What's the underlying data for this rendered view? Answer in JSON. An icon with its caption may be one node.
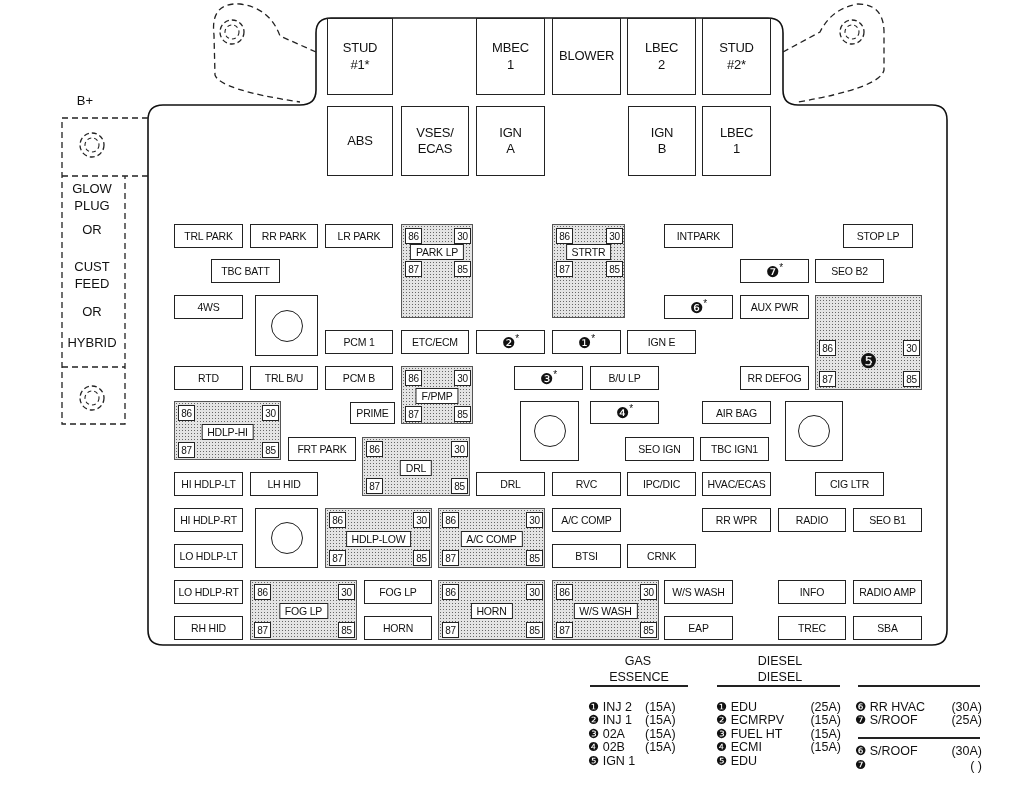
{
  "diagram": {
    "nodes": [
      {
        "text": [
          "STUD #1*"
        ]
      },
      {
        "text": [
          "MBEC 1"
        ]
      },
      {
        "text": [
          "BLOWER"
        ]
      },
      {
        "text": [
          "LBEC 2"
        ]
      },
      {
        "text": [
          "STUD #2*"
        ]
      },
      {
        "text": [
          "ABS"
        ]
      },
      {
        "text": [
          "VSES/ ECAS"
        ]
      },
      {
        "text": [
          "IGN A"
        ]
      },
      {
        "text": [
          "IGN B"
        ]
      },
      {
        "text": [
          "LBEC 1"
        ]
      },
      {
        "text": [
          "TRL PARK"
        ]
      },
      {
        "text": [
          "RR PARK"
        ]
      },
      {
        "text": [
          "LR PARK"
        ]
      },
      {
        "text": [
          "PARK LP"
        ]
      },
      {
        "text": [
          "86"
        ],
        "in": 13
      },
      {
        "text": [
          "30"
        ],
        "in": 13
      },
      {
        "text": [
          "87"
        ],
        "in": 13
      },
      {
        "text": [
          "85"
        ],
        "in": 13
      },
      {
        "text": [
          "STRTR"
        ]
      },
      {
        "text": [
          "86"
        ],
        "in": 18
      },
      {
        "text": [
          "30"
        ],
        "in": 18
      },
      {
        "text": [
          "87"
        ],
        "in": 18
      },
      {
        "text": [
          "85"
        ],
        "in": 18
      },
      {
        "text": [
          "INTPARK"
        ]
      },
      {
        "text": [
          "STOP LP"
        ]
      },
      {
        "text": [
          "TBC BATT"
        ]
      },
      {
        "text": [
          "❼$^{*}$"
        ]
      },
      {
        "text": [
          "SEO B2"
        ]
      },
      {
        "text": [
          "4WS"
        ]
      },
      {
        "text": [],
        "shape": "box"
      },
      {
        "text": [
          "❻$^{*}$"
        ]
      },
      {
        "text": [
          "AUX PWR"
        ]
      },
      {
        "text": [
          "❺"
        ]
      },
      {
        "text": [
          "86"
        ],
        "in": 32
      },
      {
        "text": [
          "30"
        ],
        "in": 32
      },
      {
        "text": [
          "87"
        ],
        "in": 32
      },
      {
        "text": [
          "85"
        ],
        "in": 32
      },
      {
        "text": [
          "PCM 1"
        ]
      },
      {
        "text": [
          "ETC/ECM"
        ]
      },
      {
        "text": [
          "❷$^{*}$"
        ]
      },
      {
        "text": [
          "❶$^{*}$"
        ]
      },
      {
        "text": [
          "IGN E"
        ]
      },
      {
        "text": [
          "RTD"
        ]
      },
      {
        "text": [
          "TRL B/U"
        ]
      },
      {
        "text": [
          "PCM B"
        ]
      },
      {
        "text": [
          "F/PMP"
        ]
      },
      {
        "text": [
          "86"
        ],
        "in": 45
      },
      {
        "text": [
          "30"
        ],
        "in": 45
      },
      {
        "text": [
          "87"
        ],
        "in": 45
      },
      {
        "text": [
          "85"
        ],
        "in": 45
      },
      {
        "text": [
          "❸$^{*}$"
        ]
      },
      {
        "text": [
          "B/U LP"
        ]
      },
      {
        "text": [
          "RR DEFOG"
        ]
      },
      {
        "text": [
          "HDLP-HI"
        ]
      },
      {
        "text": [
          "86"
        ],
        "in": 53
      },
      {
        "text": [
          "30"
        ],
        "in": 53
      },
      {
        "text": [
          "87"
        ],
        "in": 53
      },
      {
        "text": [
          "85"
        ],
        "in": 53
      },
      {
        "text": [
          "PRIME"
        ]
      },
      {
        "text": [],
        "shape": "box"
      },
      {
        "text": [
          "❹$^{*}$"
        ]
      },
      {
        "text": [
          "AIR BAG"
        ]
      },
      {
        "text": [],
        "shape": "box"
      },
      {
        "text": [
          "FRT PARK"
        ]
      },
      {
        "text": [
          "DRL"
        ]
      },
      {
        "text": [
          "86"
        ],
        "in": 64
      },
      {
        "text": [
          "30"
        ],
        "in": 64
      },
      {
        "text": [
          "87"
        ],
        "in": 64
      },
      {
        "text": [
          "85"
        ],
        "in": 64
      },
      {
        "text": [
          "SEO IGN"
        ]
      },
      {
        "text": [
          "TBC IGN1"
        ]
      },
      {
        "text": [
          "HI HDLP-LT"
        ]
      },
      {
        "text": [
          "LH HID"
        ]
      },
      {
        "text": [
          "DRL"
        ]
      },
      {
        "text": [
          "RVC"
        ]
      },
      {
        "text": [
          "IPC/DIC"
        ]
      },
      {
        "text": [
          "HVAC/ECAS"
        ]
      },
      {
        "text": [
          "CIG LTR"
        ]
      },
      {
        "text": [
          "HI HDLP-RT"
        ]
      },
      {
        "text": [],
        "shape": "box"
      },
      {
        "text": [
          "HDLP-LOW"
        ]
      },
      {
        "text": [
          "86"
        ],
        "in": 80
      },
      {
        "text": [
          "30"
        ],
        "in": 80
      },
      {
        "text": [
          "87"
        ],
        "in": 80
      },
      {
        "text": [
          "85"
        ],
        "in": 80
      },
      {
        "text": [
          "A/C COMP"
        ]
      },
      {
        "text": [
          "86"
        ],
        "in": 85
      },
      {
        "text": [
          "30"
        ],
        "in": 85
      },
      {
        "text": [
          "87"
        ],
        "in": 85
      },
      {
        "text": [
          "85"
        ],
        "in": 85
      },
      {
        "text": [
          "A/C COMP"
        ]
      },
      {
        "text": [
          "RR WPR"
        ]
      },
      {
        "text": [
          "RADIO"
        ]
      },
      {
        "text": [
          "SEO B1"
        ]
      },
      {
        "text": [
          "LO HDLP-LT"
        ]
      },
      {
        "text": [
          "BTSI"
        ]
      },
      {
        "text": [
          "CRNK"
        ]
      },
      {
        "text": [
          "LO HDLP-RT"
        ]
      },
      {
        "text": [
          "FOG LP"
        ]
      },
      {
        "text": [
          "86"
        ],
        "in": 98
      },
      {
        "text": [
          "30"
        ],
        "in": 98
      },
      {
        "text": [
          "87"
        ],
        "in": 98
      },
      {
        "text": [
          "85"
        ],
        "in": 98
      },
      {
        "text": [
          "FOG LP"
        ]
      },
      {
        "text": [
          "HORN"
        ]
      },
      {
        "text": [
          "86"
        ],
        "in": 104
      },
      {
        "text": [
          "30"
        ],
        "in": 104
      },
      {
        "text": [
          "87"
        ],
        "in": 104
      },
      {
        "text": [
          "85"
        ],
        "in": 104
      },
      {
        "text": [
          "W/S WASH"
        ]
      },
      {
        "text": [
          "86"
        ],
        "in": 109
      },
      {
        "text": [
          "30"
        ],
        "in": 109
      },
      {
        "text": [
          "87"
        ],
        "in": 109
      },
      {
        "text": [
          "85"
        ],
        "in": 109
      },
      {
        "text": [
          "W/S WASH"
        ]
      },
      {
        "text": [
          "INFO"
        ]
      },
      {
        "text": [
          "RADIO AMP"
        ]
      },
      {
        "text": [
          "RH HID"
        ]
      },
      {
        "text": [
          "HORN"
        ]
      },
      {
        "text": [
          "EAP"
        ]
      },
      {
        "text": [
          "TREC"
        ]
      },
      {
        "text": [
          "SBA"
        ]
      }
    ],
    "labels": [
      "B+",
      "GLOW PLUG",
      "OR",
      "CUST FEED",
      "OR",
      "HYBRID",
      "GAS",
      "ESSENCE",
      "DIESEL",
      "DIESEL",
      "❶ INJ 2",
      "(15A)",
      "❶ EDU",
      "(25A)",
      "❻ RR HVAC",
      "(30A)",
      "❷ INJ 1",
      "(15A)",
      "❷ ECMRPV",
      "(15A)",
      "❼ S/ROOF",
      "(25A)",
      "❸ 02A",
      "(15A)",
      "❸ FUEL HT",
      "(15A)",
      "❹ 02B",
      "(15A)",
      "❹ ECMI",
      "(15A)",
      "❻ S/ROOF",
      "(30A)",
      "❺ IGN 1",
      "❺ EDU",
      "❼",
      "( )"
    ]
  }
}
